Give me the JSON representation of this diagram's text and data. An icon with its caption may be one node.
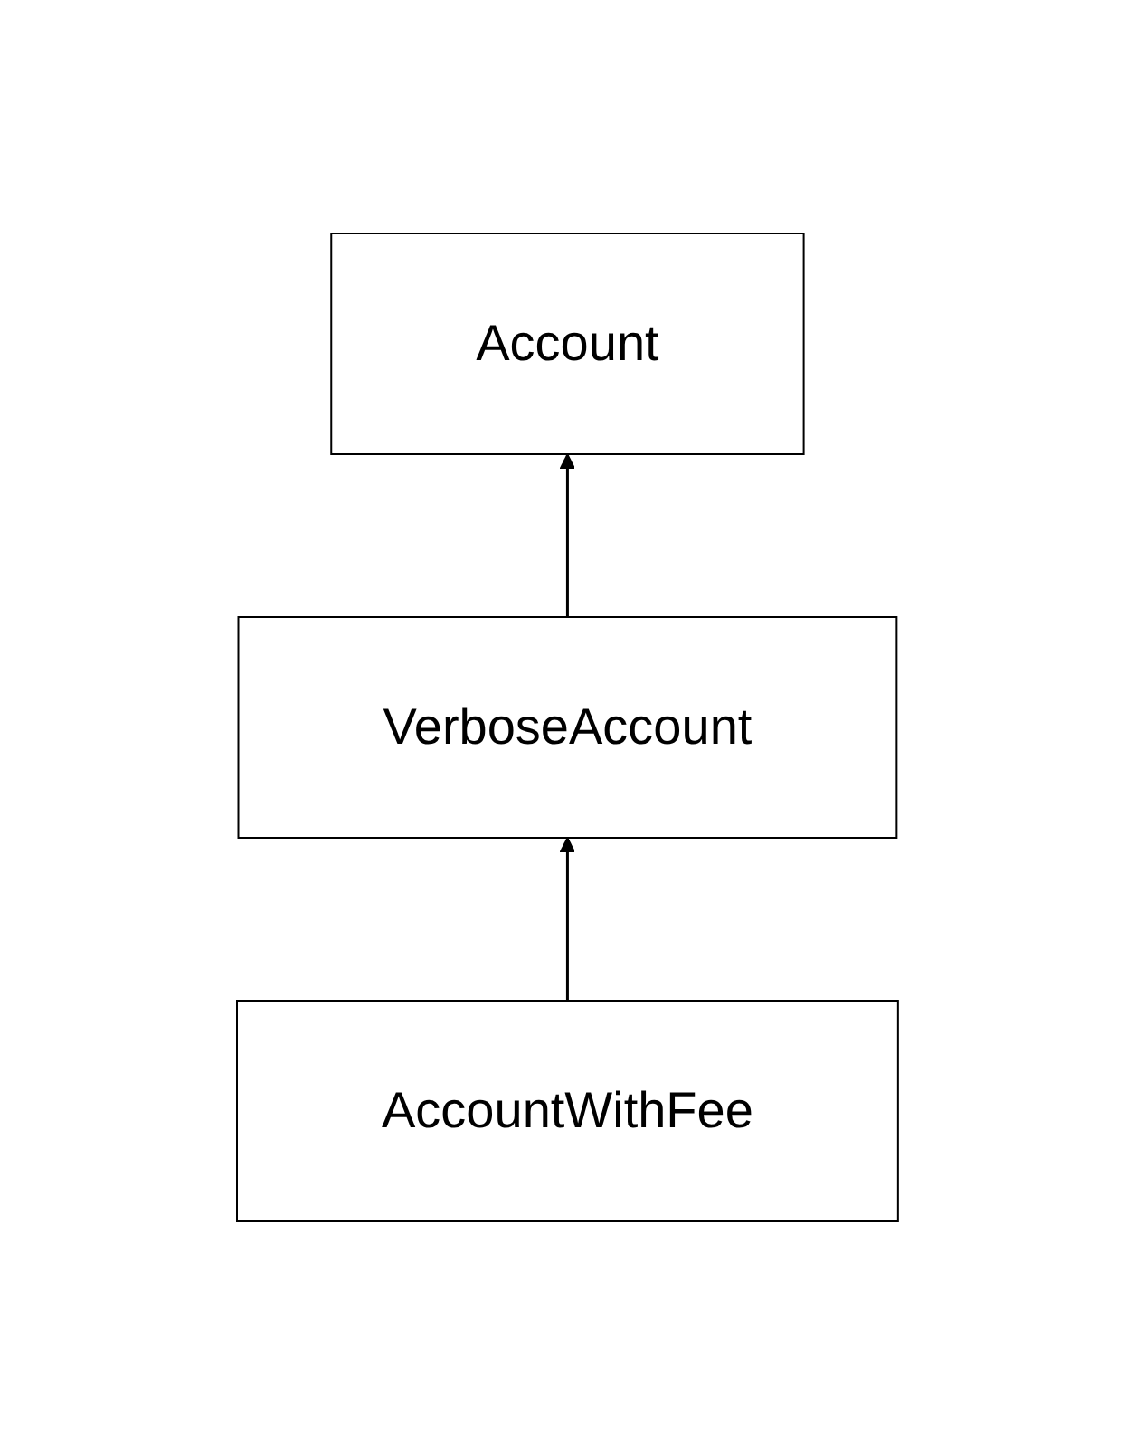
{
  "diagram": {
    "nodes": [
      {
        "text": [
          "Account"
        ]
      },
      {
        "text": [
          "VerboseAccount"
        ]
      },
      {
        "text": [
          "AccountWithFee"
        ]
      }
    ],
    "edges": [
      {
        "from": 1,
        "to": 0,
        "arrow": "to"
      },
      {
        "from": 2,
        "to": 1,
        "arrow": "to"
      }
    ]
  }
}
